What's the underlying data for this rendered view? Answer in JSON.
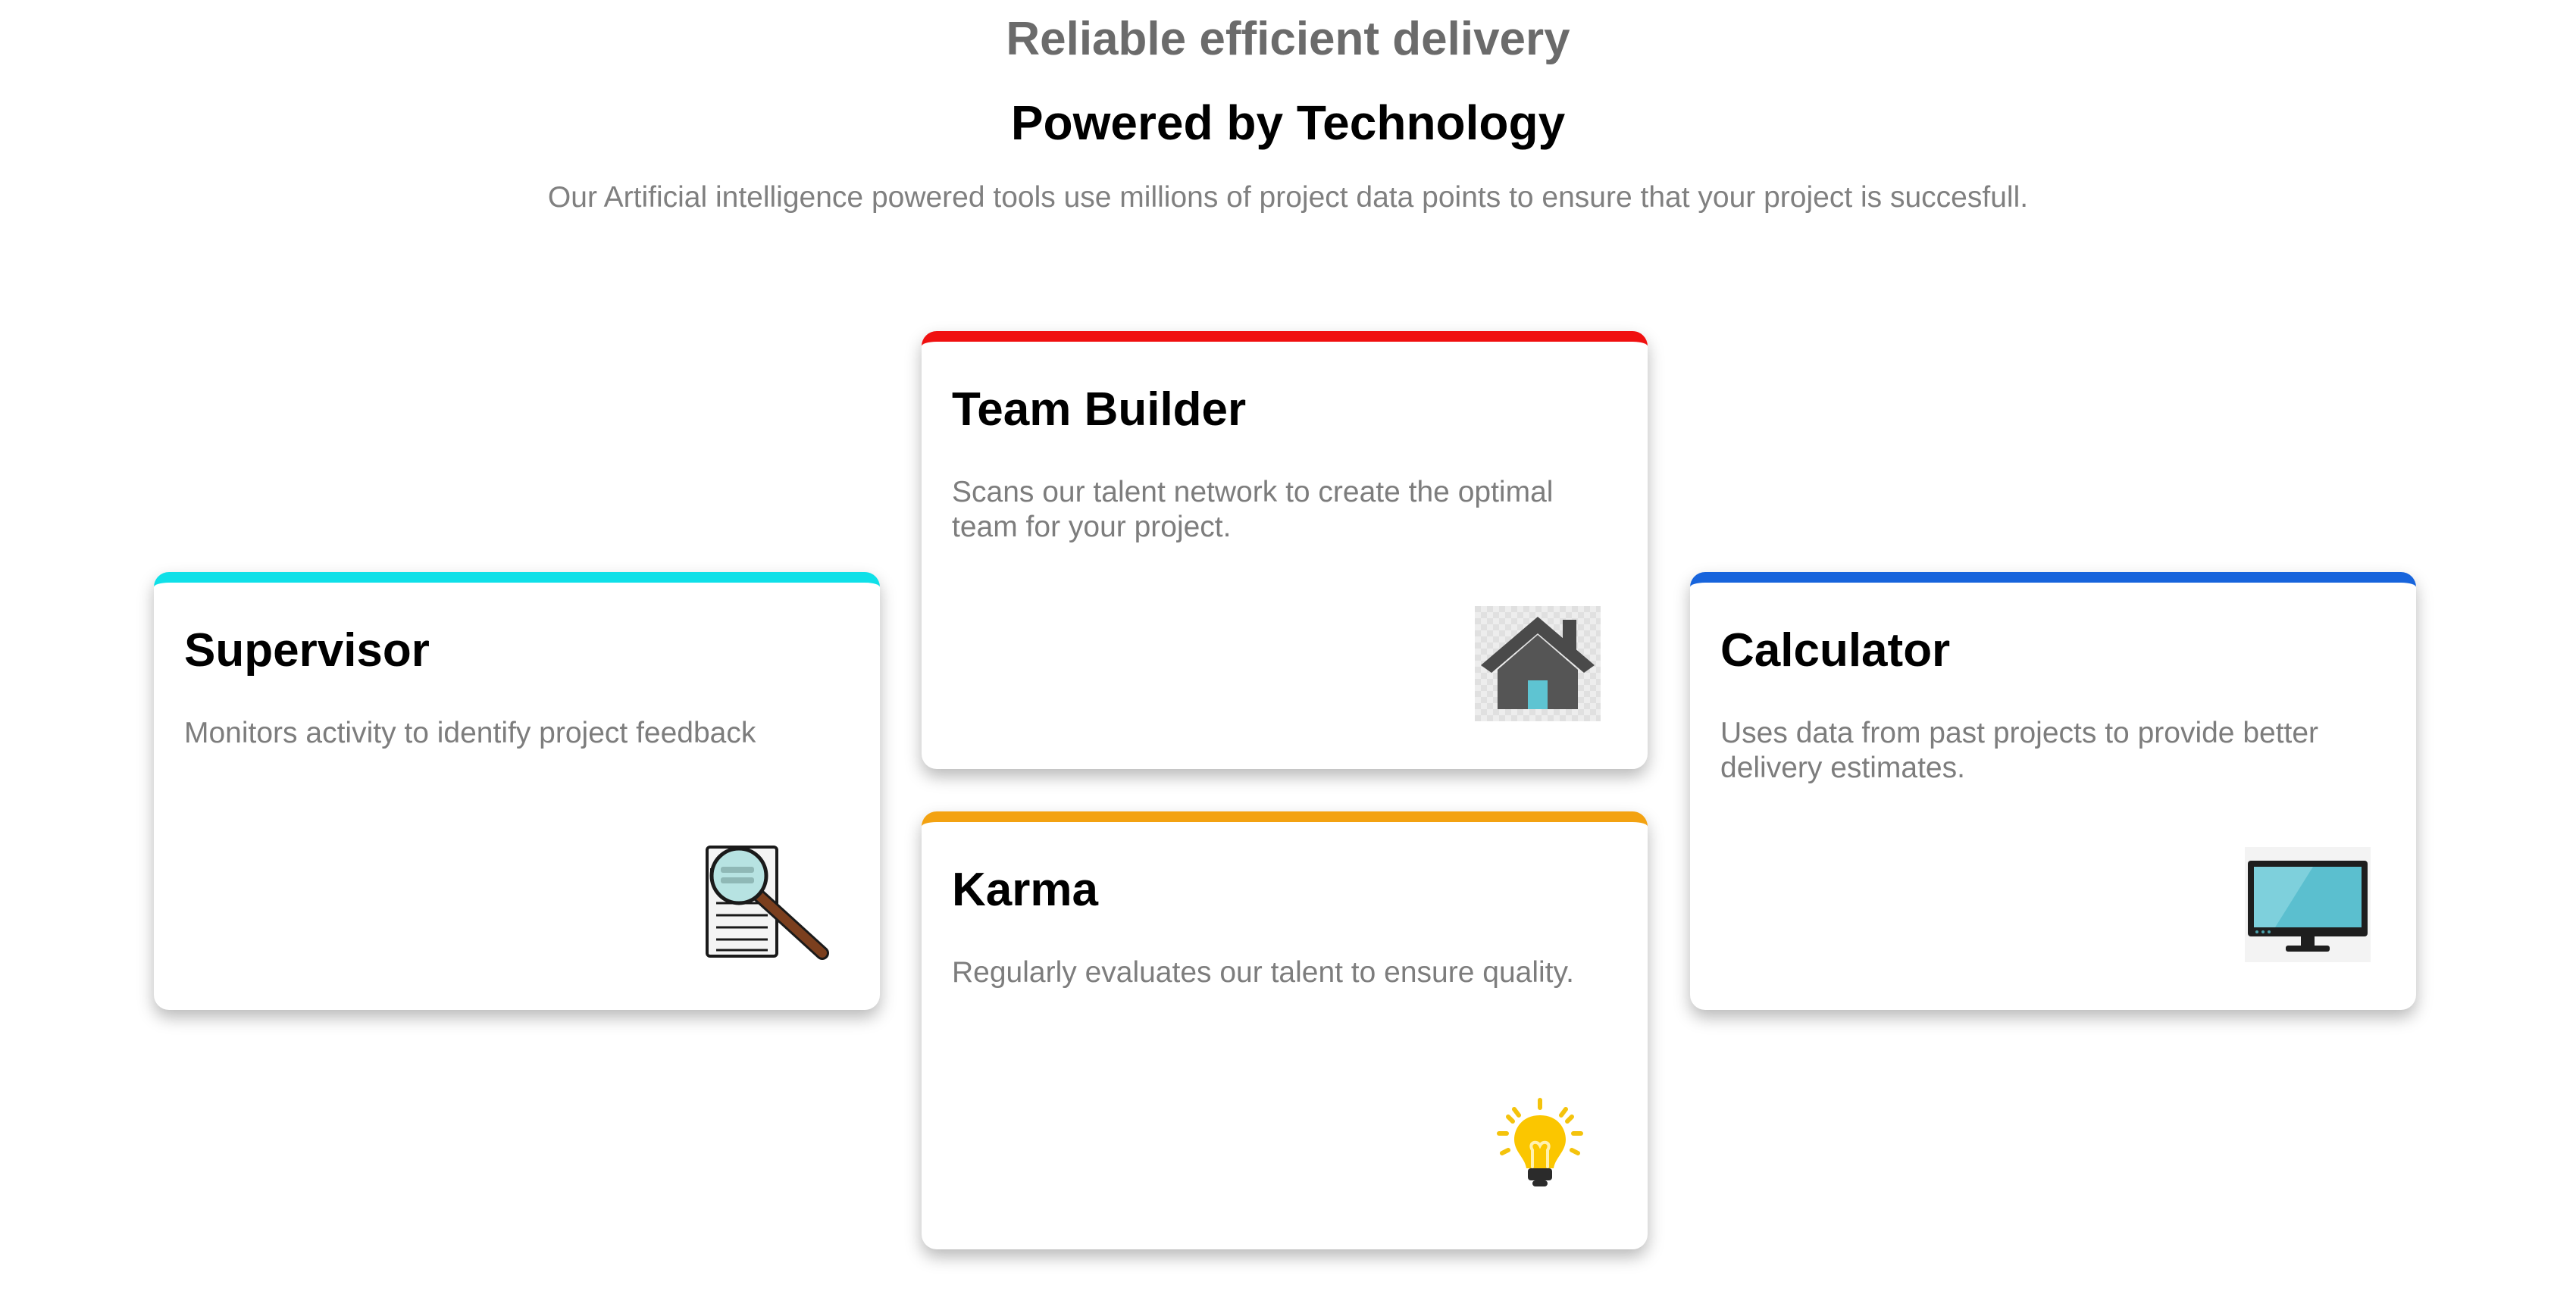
{
  "header": {
    "kicker": "Reliable efficient delivery",
    "title": "Powered by Technology",
    "subtitle": "Our Artificial intelligence powered tools use millions of project data points to ensure that your project is succesfull."
  },
  "cards": [
    {
      "title": "Supervisor",
      "description": "Monitors activity to identify project feedback",
      "icon": "magnifier-document-icon",
      "accent_color": "#0fe0e8"
    },
    {
      "title": "Team Builder",
      "description": "Scans our talent network to create the optimal team for your project.",
      "icon": "house-icon",
      "accent_color": "#f01010"
    },
    {
      "title": "Karma",
      "description": "Regularly evaluates our talent to ensure quality.",
      "icon": "lightbulb-icon",
      "accent_color": "#f3a211"
    },
    {
      "title": "Calculator",
      "description": "Uses data from past projects to provide better delivery estimates.",
      "icon": "monitor-icon",
      "accent_color": "#1764dc"
    }
  ]
}
